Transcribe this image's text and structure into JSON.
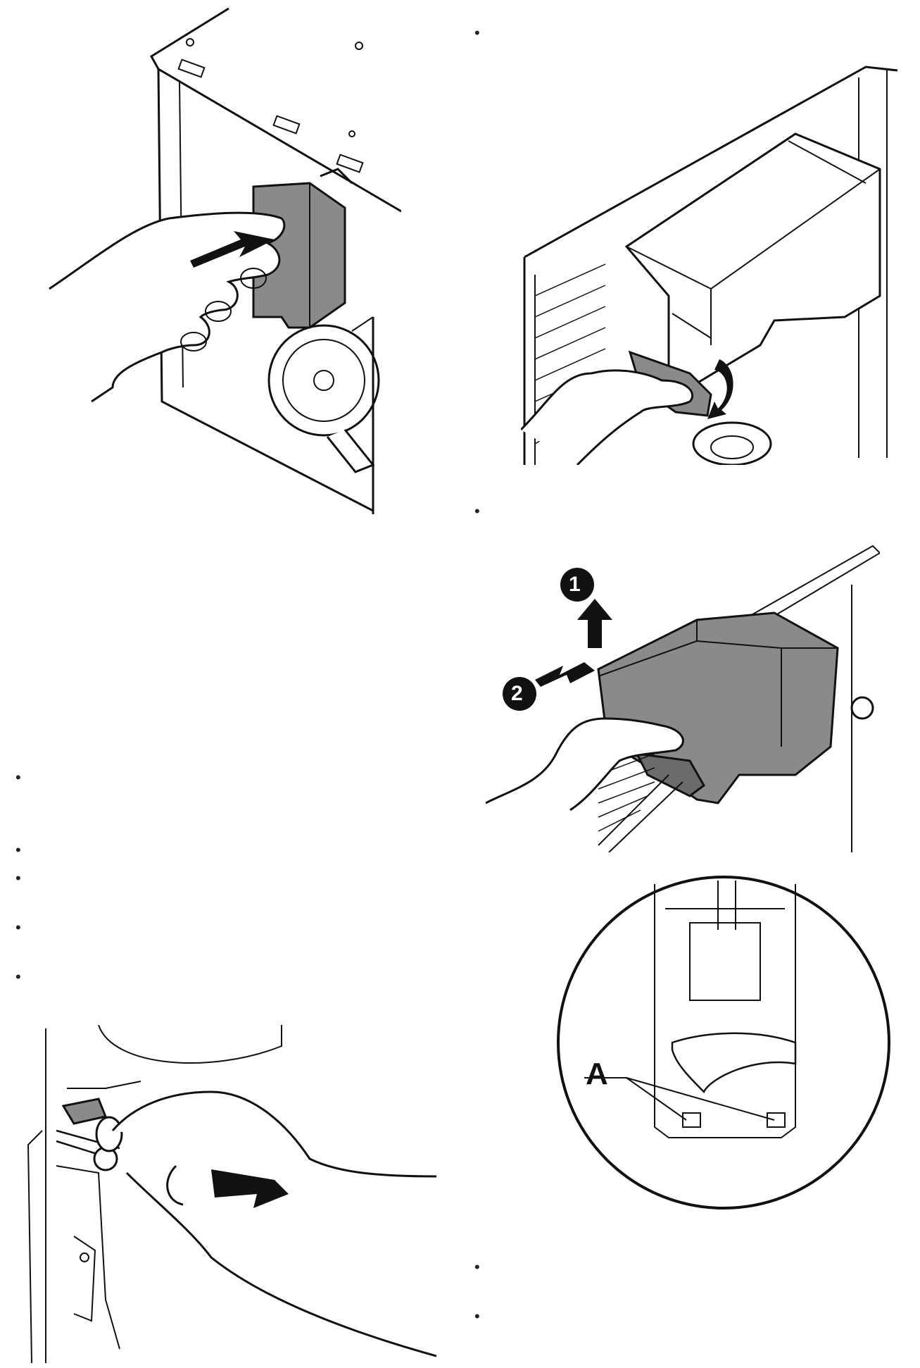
{
  "bullets": {
    "right_top": "•",
    "right_mid": "•",
    "left_1": "•",
    "left_2": "•",
    "left_3": "•",
    "left_4": "•",
    "left_5": "•",
    "right_bottom_1": "•",
    "right_bottom_2": "•"
  },
  "figures": {
    "step_label_1": "1",
    "step_label_2": "2",
    "detail_label_a": "A"
  },
  "colors": {
    "line": "#111111",
    "part_fill": "#8a8a8a",
    "part_dark": "#6b6b6b",
    "paper": "#ffffff"
  }
}
